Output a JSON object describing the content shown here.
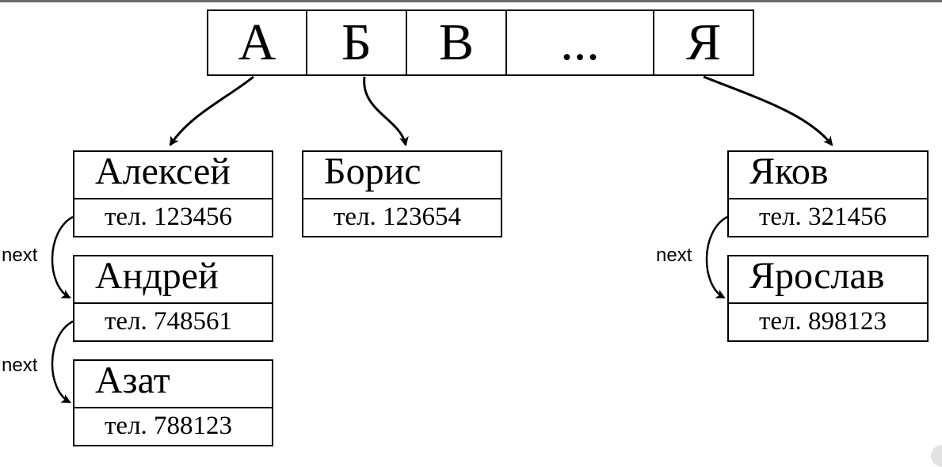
{
  "index": {
    "cells": [
      "А",
      "Б",
      "В",
      "...",
      "Я"
    ]
  },
  "records": {
    "aleksey": {
      "name": "Алексей",
      "phone": "тел. 123456"
    },
    "andrey": {
      "name": "Андрей",
      "phone": "тел. 748561"
    },
    "azat": {
      "name": "Азат",
      "phone": "тел. 788123"
    },
    "boris": {
      "name": "Борис",
      "phone": "тел. 123654"
    },
    "yakov": {
      "name": "Яков",
      "phone": "тел. 321456"
    },
    "yaroslav": {
      "name": "Ярослав",
      "phone": "тел. 898123"
    }
  },
  "links": {
    "next_label": "next"
  }
}
